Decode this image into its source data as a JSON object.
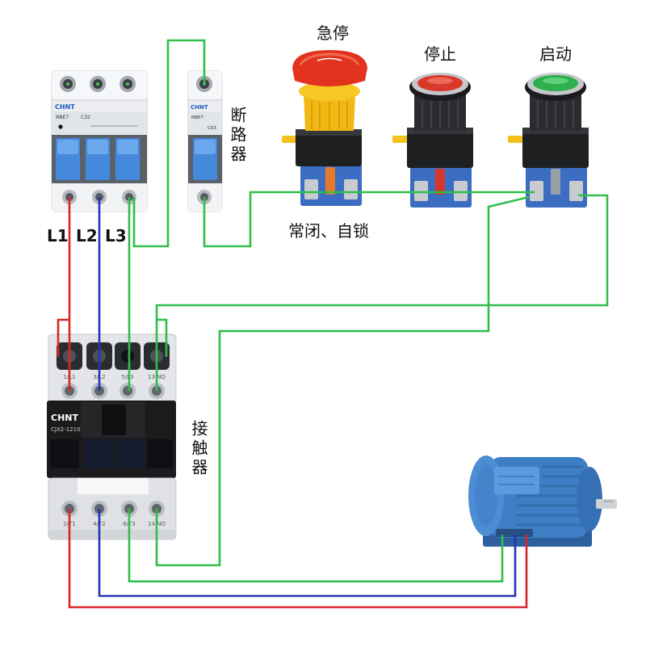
{
  "labels": {
    "emergency_stop": "急停",
    "stop": "停止",
    "start": "启动",
    "circuit_breaker": "断路器",
    "contact_note": "常闭、自锁",
    "contactor": "接触器",
    "phase_l1": "L1",
    "phase_l2": "L2",
    "phase_l3": "L3"
  },
  "breaker_3p": {
    "brand": "CHNT",
    "model": "NBE7",
    "rating": "C32"
  },
  "breaker_1p": {
    "brand": "CHNT",
    "model": "NBE7",
    "rating": "C63"
  },
  "contactor": {
    "brand": "CHNT",
    "model": "CJX2-1210",
    "top_terminals": [
      "1/L1",
      "3/L2",
      "5/L3",
      "13 NO"
    ],
    "bottom_terminals": [
      "2/T1",
      "4/T2",
      "6/T3",
      "14 NO"
    ]
  },
  "colors": {
    "wire_l1": "#d7262b",
    "wire_l2": "#2334b8",
    "wire_l3_and_control": "#2fbf4a",
    "breaker_toggle": "#4589dc",
    "contact_block": "#3b6dc2",
    "emergency_stop_head": "#e2331f",
    "emergency_stop_collar": "#f2b814",
    "stop_button_cap": "#d9392a",
    "start_button_cap": "#2fae4c",
    "motor_body": "#3e7ec4"
  },
  "icons": {
    "motor": "three-phase-motor-icon",
    "emergency_stop": "mushroom-button-icon",
    "breaker": "circuit-breaker-icon",
    "contactor": "contactor-icon"
  }
}
